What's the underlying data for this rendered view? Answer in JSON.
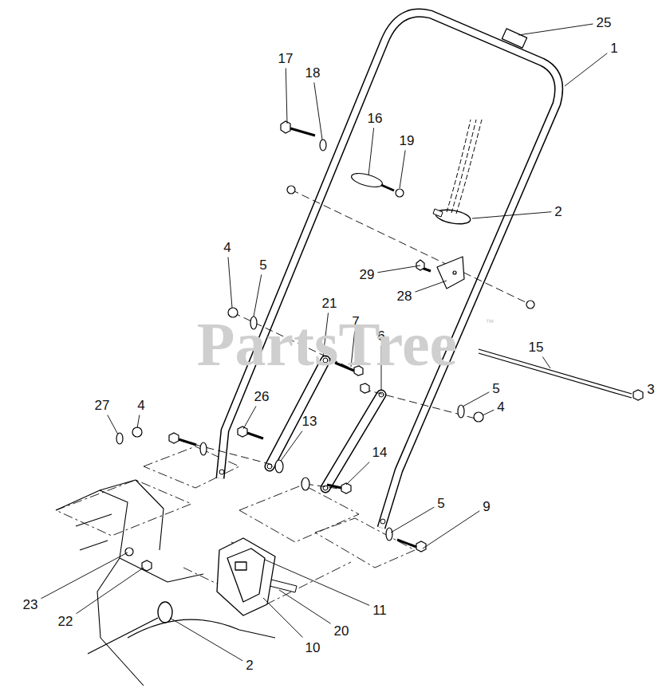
{
  "diagram": {
    "labels": [
      "25",
      "1",
      "17",
      "18",
      "16",
      "19",
      "2",
      "4",
      "5",
      "29",
      "28",
      "21",
      "7",
      "6",
      "15",
      "3",
      "27",
      "4",
      "5",
      "26",
      "13",
      "4",
      "14",
      "5",
      "9",
      "23",
      "22",
      "20",
      "11",
      "10",
      "2",
      "PartsTree",
      "™"
    ]
  }
}
